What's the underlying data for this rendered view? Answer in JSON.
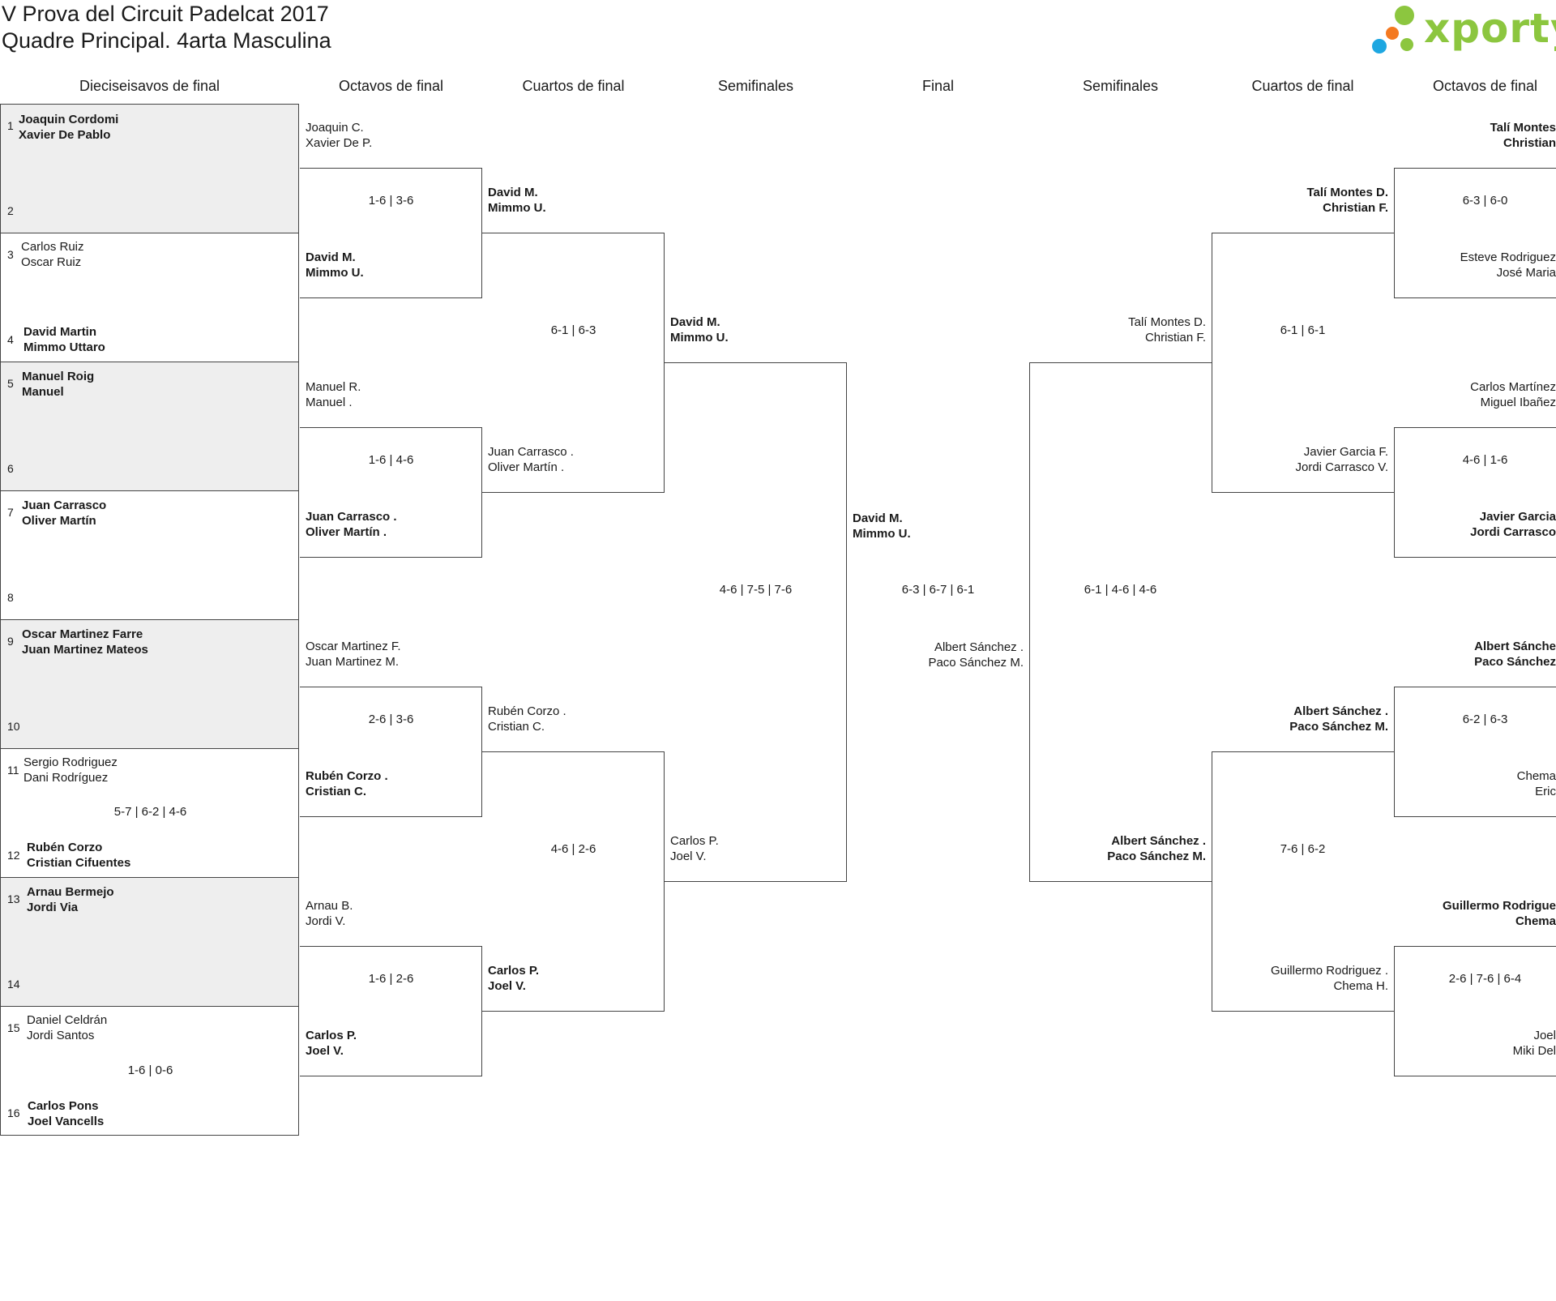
{
  "header": {
    "title_line1": "V Prova del Circuit Padelcat 2017",
    "title_line2": "Quadre Principal. 4arta Masculina",
    "logo_text": "xporty",
    "logo_icon": "xporty-dots-logo",
    "brand_colors": {
      "green": "#8cc63f",
      "orange": "#f47920",
      "blue": "#1ea7e1"
    }
  },
  "columns": [
    "Dieciseisavos de final",
    "Octavos de final",
    "Cuartos de final",
    "Semifinales",
    "Final",
    "Semifinales",
    "Cuartos de final",
    "Octavos de final"
  ],
  "round1": [
    {
      "seed_a": "1",
      "a1": "Joaquin Cordomi",
      "a2": "Xavier De Pablo",
      "seed_b": "2",
      "b1": "",
      "b2": "",
      "score": ""
    },
    {
      "seed_a": "3",
      "a1": "Carlos Ruiz",
      "a2": "Oscar Ruiz",
      "seed_b": "4",
      "b1": "David Martin",
      "b2": "Mimmo Uttaro",
      "score": ""
    },
    {
      "seed_a": "5",
      "a1": "Manuel Roig",
      "a2": "Manuel",
      "seed_b": "6",
      "b1": "",
      "b2": "",
      "score": ""
    },
    {
      "seed_a": "7",
      "a1": "Juan Carrasco",
      "a2": "Oliver Martín",
      "seed_b": "8",
      "b1": "",
      "b2": "",
      "score": ""
    },
    {
      "seed_a": "9",
      "a1": "Oscar Martinez Farre",
      "a2": "Juan Martinez Mateos",
      "seed_b": "10",
      "b1": "",
      "b2": "",
      "score": ""
    },
    {
      "seed_a": "11",
      "a1": "Sergio Rodriguez",
      "a2": "Dani Rodríguez",
      "seed_b": "12",
      "b1": "Rubén Corzo",
      "b2": "Cristian Cifuentes",
      "score": "5-7 | 6-2 | 4-6"
    },
    {
      "seed_a": "13",
      "a1": "Arnau Bermejo",
      "a2": "Jordi Via",
      "seed_b": "14",
      "b1": "",
      "b2": "",
      "score": ""
    },
    {
      "seed_a": "15",
      "a1": "Daniel Celdrán",
      "a2": "Jordi Santos",
      "seed_b": "16",
      "b1": "Carlos Pons",
      "b2": "Joel Vancells",
      "score": "1-6 | 0-6"
    }
  ],
  "left_r16": [
    {
      "a1": "Joaquin C.",
      "a2": "Xavier De P.",
      "b1": "David M.",
      "b2": "Mimmo U.",
      "score": "1-6 | 3-6"
    },
    {
      "a1": "Manuel R.",
      "a2": "Manuel .",
      "b1": "Juan Carrasco .",
      "b2": "Oliver Martín .",
      "score": "1-6 | 4-6"
    },
    {
      "a1": "Oscar Martinez F.",
      "a2": "Juan Martinez M.",
      "b1": "Rubén Corzo .",
      "b2": "Cristian C.",
      "score": "2-6 | 3-6"
    },
    {
      "a1": "Arnau B.",
      "a2": "Jordi V.",
      "b1": "Carlos P.",
      "b2": "Joel V.",
      "score": "1-6 | 2-6"
    }
  ],
  "left_qf": [
    {
      "a1": "David M.",
      "a2": "Mimmo U.",
      "b1": "Juan Carrasco .",
      "b2": "Oliver Martín .",
      "score": "6-1 | 6-3"
    },
    {
      "a1": "Rubén Corzo .",
      "a2": "Cristian C.",
      "b1": "Carlos P.",
      "b2": "Joel V.",
      "score": "4-6 | 2-6"
    }
  ],
  "left_sf": {
    "a1": "David M.",
    "a2": "Mimmo U.",
    "b1": "Carlos P.",
    "b2": "Joel V.",
    "score": "4-6 | 7-5 | 7-6"
  },
  "final": {
    "a1": "David M.",
    "a2": "Mimmo U.",
    "b1": "Albert Sánchez .",
    "b2": "Paco Sánchez M.",
    "score": "6-3 | 6-7 | 6-1"
  },
  "right_sf": {
    "a1": "Talí Montes D.",
    "a2": "Christian F.",
    "b1": "Albert Sánchez .",
    "b2": "Paco Sánchez M.",
    "score": "6-1 | 4-6 | 4-6"
  },
  "right_qf": [
    {
      "a1": "Talí Montes D.",
      "a2": "Christian F.",
      "b1": "Javier Garcia F.",
      "b2": "Jordi Carrasco V.",
      "score": "6-1 | 6-1"
    },
    {
      "a1": "Albert Sánchez .",
      "a2": "Paco Sánchez M.",
      "b1": "Guillermo Rodriguez .",
      "b2": "Chema H.",
      "score": "7-6 | 6-2"
    }
  ],
  "right_r16": [
    {
      "a1": "Talí Montes",
      "a2": "Christian",
      "b1": "Esteve Rodriguez",
      "b2": "José Maria",
      "score": "6-3 | 6-0"
    },
    {
      "a1": "Carlos Martínez",
      "a2": "Miguel Ibañez",
      "b1": "Javier Garcia",
      "b2": "Jordi Carrasco",
      "score": "4-6 | 1-6"
    },
    {
      "a1": "Albert Sánche",
      "a2": "Paco Sánchez",
      "b1": "Chema",
      "b2": "Eric",
      "score": "6-2 | 6-3"
    },
    {
      "a1": "Guillermo Rodrigue",
      "a2": "Chema",
      "b1": "Joel",
      "b2": "Miki Del",
      "score": "2-6 | 7-6 | 6-4"
    }
  ]
}
